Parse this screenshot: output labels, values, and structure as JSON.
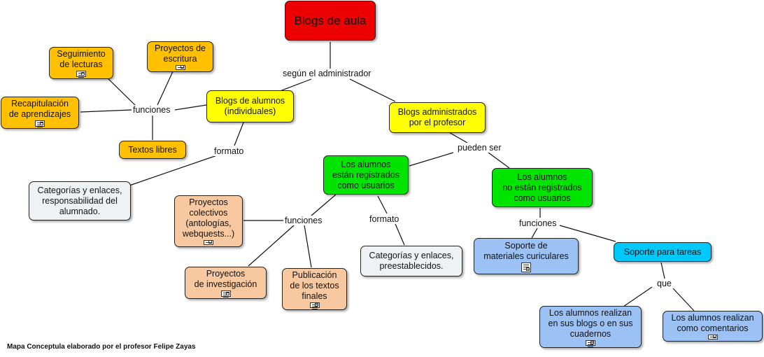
{
  "nodes": {
    "root": "Blogs de aula",
    "alumnos": "Blogs de alumnos\n(individuales)",
    "profesor": "Blogs administrados\npor el profesor",
    "seguimiento": "Seguimiento\nde lecturas",
    "escritura": "Proyectos de\nescritura",
    "recapitulacion": "Recapitulación\nde aprendizajes",
    "textos_libres": "Textos libres",
    "categorias_resp": "Categorías y enlaces,\nresponsabilidad del\nalumnado.",
    "registrados": "Los alumnos\nestán registrados\ncomo usuarios",
    "no_registrados": "Los alumnos\nno están registrados\ncomo usuarios",
    "colectivos": "Proyectos\ncolectivos\n(antologías,\nwebquests...)",
    "investigacion": "Proyectos\nde investigación",
    "publicacion": "Publicación\nde los textos\nfinales",
    "categorias_pre": "Categorías y enlaces,\npreestablecidos.",
    "soporte_materiales": "Soporte de\nmateriales curiculares",
    "soporte_tareas": "Soporte para tareas",
    "realizan_blogs": "Los alumnos realizan\nen sus blogs o en sus\ncuadernos",
    "realizan_comentarios": "Los alumnos realizan\ncomo comentarios"
  },
  "labels": {
    "segun": "según el administrador",
    "funciones_1": "funciones",
    "formato_1": "formato",
    "pueden_ser": "pueden ser",
    "funciones_2": "funciones",
    "formato_2": "formato",
    "funciones_3": "funciones",
    "que": "que"
  },
  "footer": "Mapa Conceptula elaborado por el profesor Felipe Zayas"
}
